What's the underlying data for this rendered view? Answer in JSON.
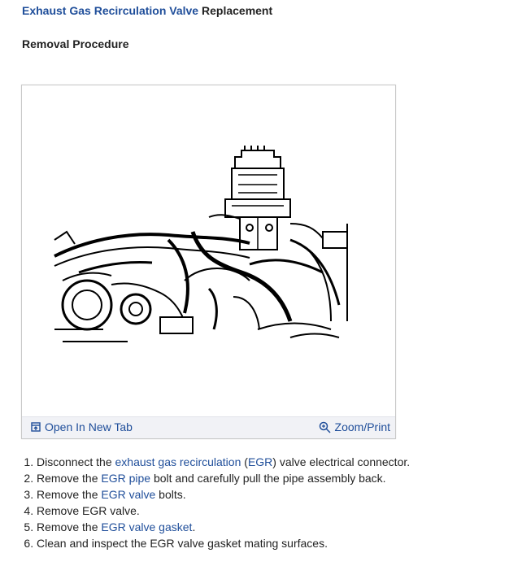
{
  "title": {
    "link_text": "Exhaust Gas Recirculation Valve",
    "rest_text": " Replacement"
  },
  "subtitle": "Removal Procedure",
  "figure": {
    "open_new_tab_label": "Open In New Tab",
    "zoom_print_label": "Zoom/Print",
    "open_icon": "open-in-new-tab-icon",
    "zoom_icon": "zoom-magnifier-icon"
  },
  "steps": [
    {
      "before": "Disconnect the ",
      "link1": "exhaust gas recirculation",
      "mid1": " (",
      "link2": "EGR",
      "after": ") valve electrical connector."
    },
    {
      "before": "Remove the ",
      "link1": "EGR pipe",
      "after": " bolt and carefully pull the pipe assembly back."
    },
    {
      "before": "Remove the ",
      "link1": "EGR valve",
      "after": " bolts."
    },
    {
      "text": "Remove EGR valve."
    },
    {
      "before": "Remove the ",
      "link1": "EGR valve gasket",
      "after": "."
    },
    {
      "text": "Clean and inspect the EGR valve gasket mating surfaces."
    }
  ],
  "colors": {
    "link": "#1f4e9a",
    "text": "#222222",
    "bar_bg": "#f1f2f6"
  }
}
